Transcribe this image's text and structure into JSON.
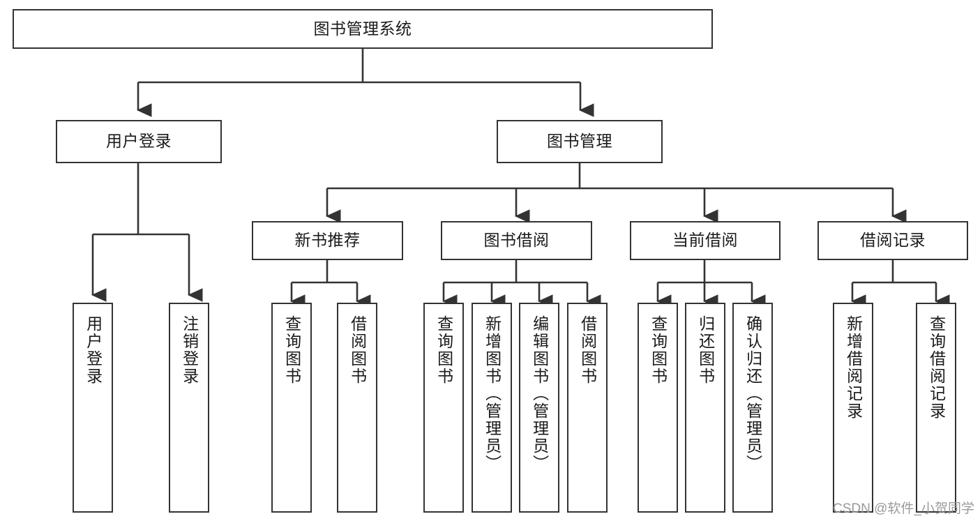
{
  "diagram": {
    "title": "图书管理系统",
    "type": "tree-hierarchy",
    "stroke_color": "#333333",
    "fill_color": "#ffffff",
    "text_color": "#1a1a1a"
  },
  "nodes": {
    "root": {
      "label": "图书管理系统"
    },
    "level2": [
      {
        "id": "user-login",
        "label": "用户登录"
      },
      {
        "id": "book-management",
        "label": "图书管理"
      }
    ],
    "level3": [
      {
        "id": "new-book-recommend",
        "label": "新书推荐"
      },
      {
        "id": "book-borrow",
        "label": "图书借阅"
      },
      {
        "id": "current-borrow",
        "label": "当前借阅"
      },
      {
        "id": "borrow-record",
        "label": "借阅记录"
      }
    ],
    "leaves": [
      {
        "id": "leaf-user-login",
        "label": "用户登录",
        "parent": "user-login"
      },
      {
        "id": "leaf-logout-login",
        "label": "注销登录",
        "parent": "user-login"
      },
      {
        "id": "leaf-query-book-1",
        "label": "查询图书",
        "parent": "new-book-recommend"
      },
      {
        "id": "leaf-borrow-book-1",
        "label": "借阅图书",
        "parent": "new-book-recommend"
      },
      {
        "id": "leaf-query-book-2",
        "label": "查询图书",
        "parent": "book-borrow"
      },
      {
        "id": "leaf-add-book",
        "label": "新增图书（管理员）",
        "parent": "book-borrow"
      },
      {
        "id": "leaf-edit-book",
        "label": "编辑图书（管理员）",
        "parent": "book-borrow"
      },
      {
        "id": "leaf-borrow-book-2",
        "label": "借阅图书",
        "parent": "book-borrow"
      },
      {
        "id": "leaf-query-book-3",
        "label": "查询图书",
        "parent": "current-borrow"
      },
      {
        "id": "leaf-return-book",
        "label": "归还图书",
        "parent": "current-borrow"
      },
      {
        "id": "leaf-confirm-return",
        "label": "确认归还（管理员）",
        "parent": "current-borrow"
      },
      {
        "id": "leaf-add-record",
        "label": "新增借阅记录",
        "parent": "borrow-record"
      },
      {
        "id": "leaf-query-record",
        "label": "查询借阅记录",
        "parent": "borrow-record"
      }
    ]
  },
  "watermark": {
    "text": "CSDN @软件_小贺同学"
  }
}
